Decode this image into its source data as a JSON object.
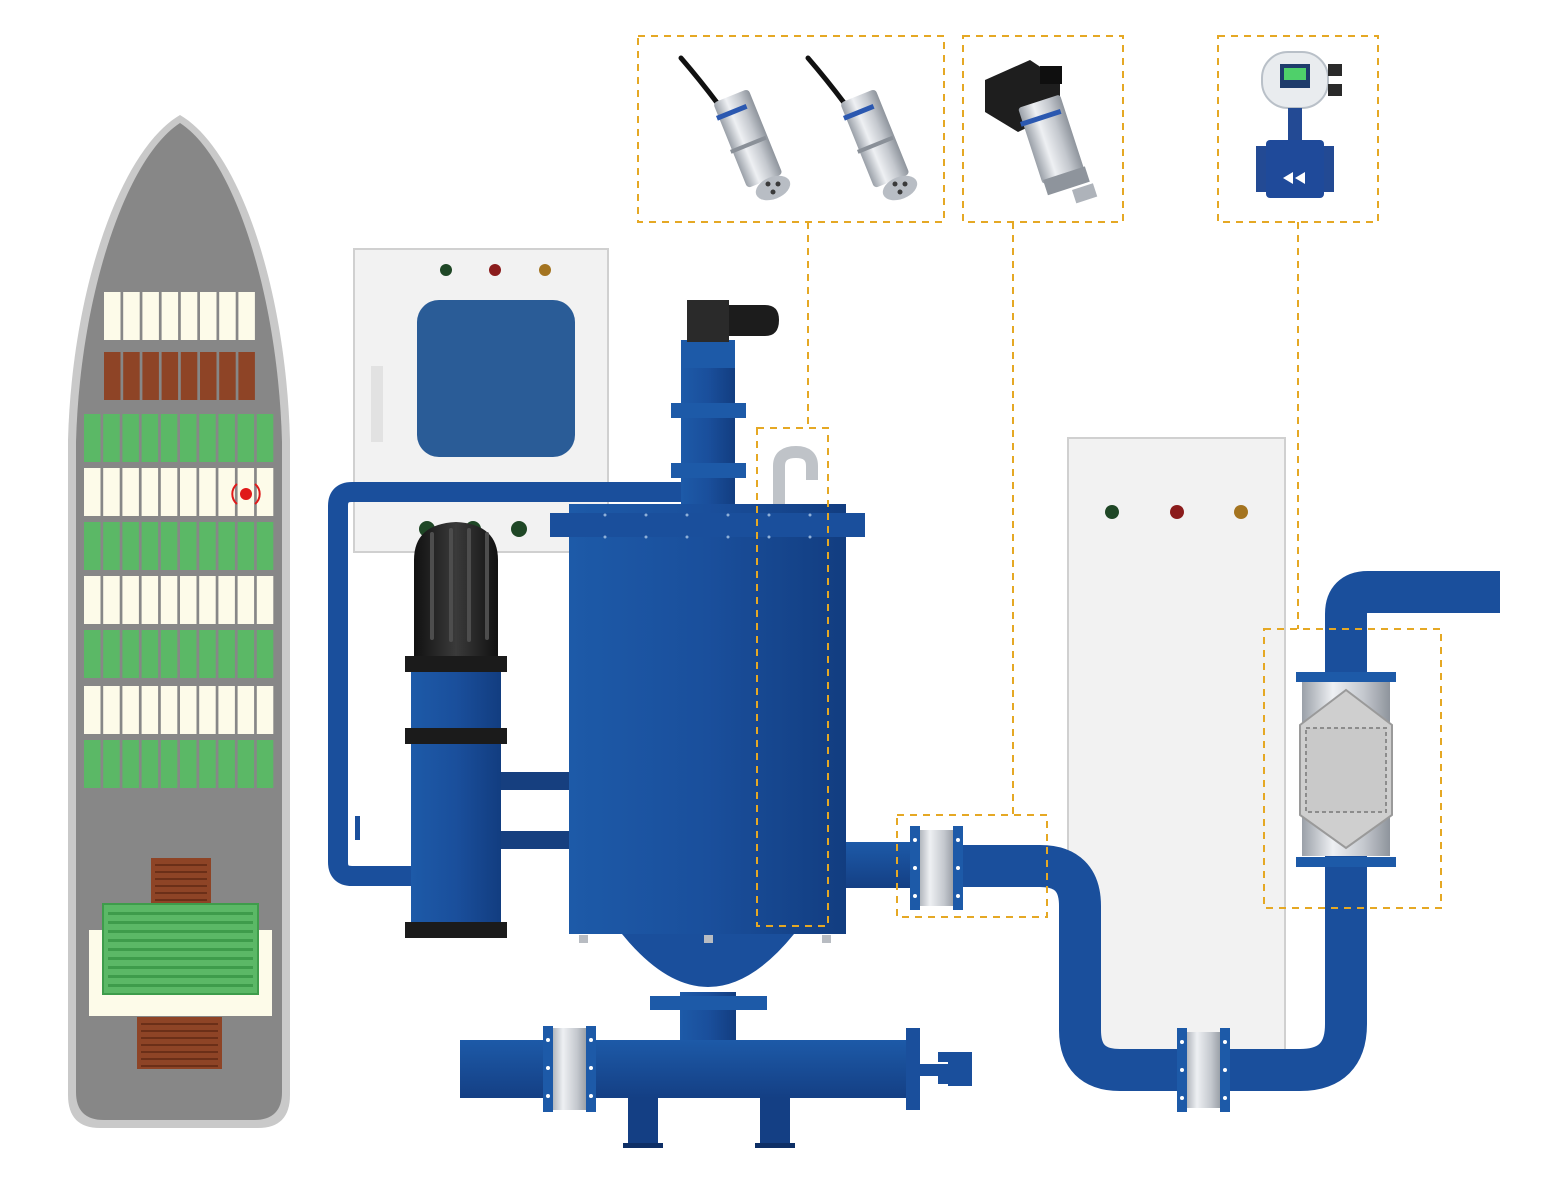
{
  "colors": {
    "pipe_blue": "#1a4f9c",
    "pipe_blue_dark": "#123d80",
    "hull_gray": "#8a8a8a",
    "hull_outline": "#c9c9c9",
    "container_cream": "#fdfbe9",
    "container_brown": "#8e4426",
    "container_green": "#5bb866",
    "dashed_gold": "#e5a824",
    "cabinet_gray": "#f2f2f2",
    "screen_blue": "#2a5c97",
    "light_green": "#1f4726",
    "light_red": "#8b1c1c",
    "light_amber": "#a47420",
    "steel": "#c8ccd2",
    "black_part": "#262626",
    "alarm_red": "#e01919"
  },
  "icons": {
    "vessel": "container-ship-icon",
    "level_sensors": "submersible-level-transmitter-icon",
    "pressure_sensor": "pressure-transmitter-icon",
    "flow_meter": "electromagnetic-flowmeter-icon",
    "tank": "water-tank-icon",
    "pump": "vertical-pump-icon"
  },
  "indicators": {
    "control_cabinet": [
      "green",
      "red",
      "amber"
    ],
    "panel_cabinet": [
      "green",
      "red",
      "amber"
    ]
  }
}
